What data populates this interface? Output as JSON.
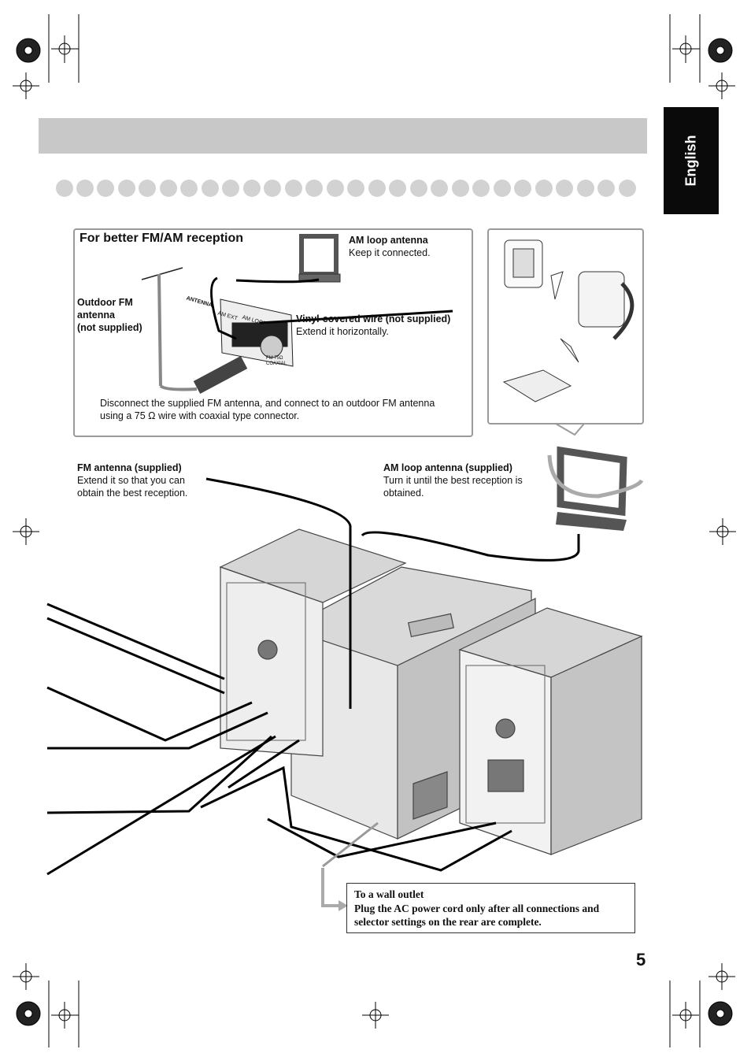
{
  "language_tab": "English",
  "page_number": "5",
  "condition_box": {
    "title": "For better FM/AM reception",
    "am_loop": {
      "label": "AM loop antenna",
      "note": "Keep it connected."
    },
    "outdoor_fm": {
      "label_line1": "Outdoor FM",
      "label_line2": "antenna",
      "label_line3": "(not supplied)"
    },
    "vinyl_wire": {
      "label": "Vinyl-covered wire (not supplied)",
      "note": "Extend it horizontally."
    },
    "connector_labels": {
      "antenna": "ANTENNA",
      "am_ext": "AM EXT",
      "am_loop": "AM LOOP",
      "fm": "FM 75Ω COAXIAL"
    },
    "description_line1": "Disconnect the supplied FM antenna, and connect to an outdoor FM antenna",
    "description_line2": "using a 75 Ω wire with coaxial type connector."
  },
  "fm_supplied": {
    "label": "FM antenna (supplied)",
    "note_line1": "Extend it so that you can",
    "note_line2": "obtain the best reception."
  },
  "am_supplied": {
    "label": "AM loop antenna (supplied)",
    "note_line1": "Turn it until the best reception is",
    "note_line2": "obtained."
  },
  "outlet": {
    "line1": "To a wall outlet",
    "line2": "Plug the AC power cord only after all connections and",
    "line3": "selector settings on the rear are complete."
  },
  "colors": {
    "header_bar": "#c8c8c8",
    "tab": "#0a0a0a",
    "dot": "#d2d2d2"
  }
}
